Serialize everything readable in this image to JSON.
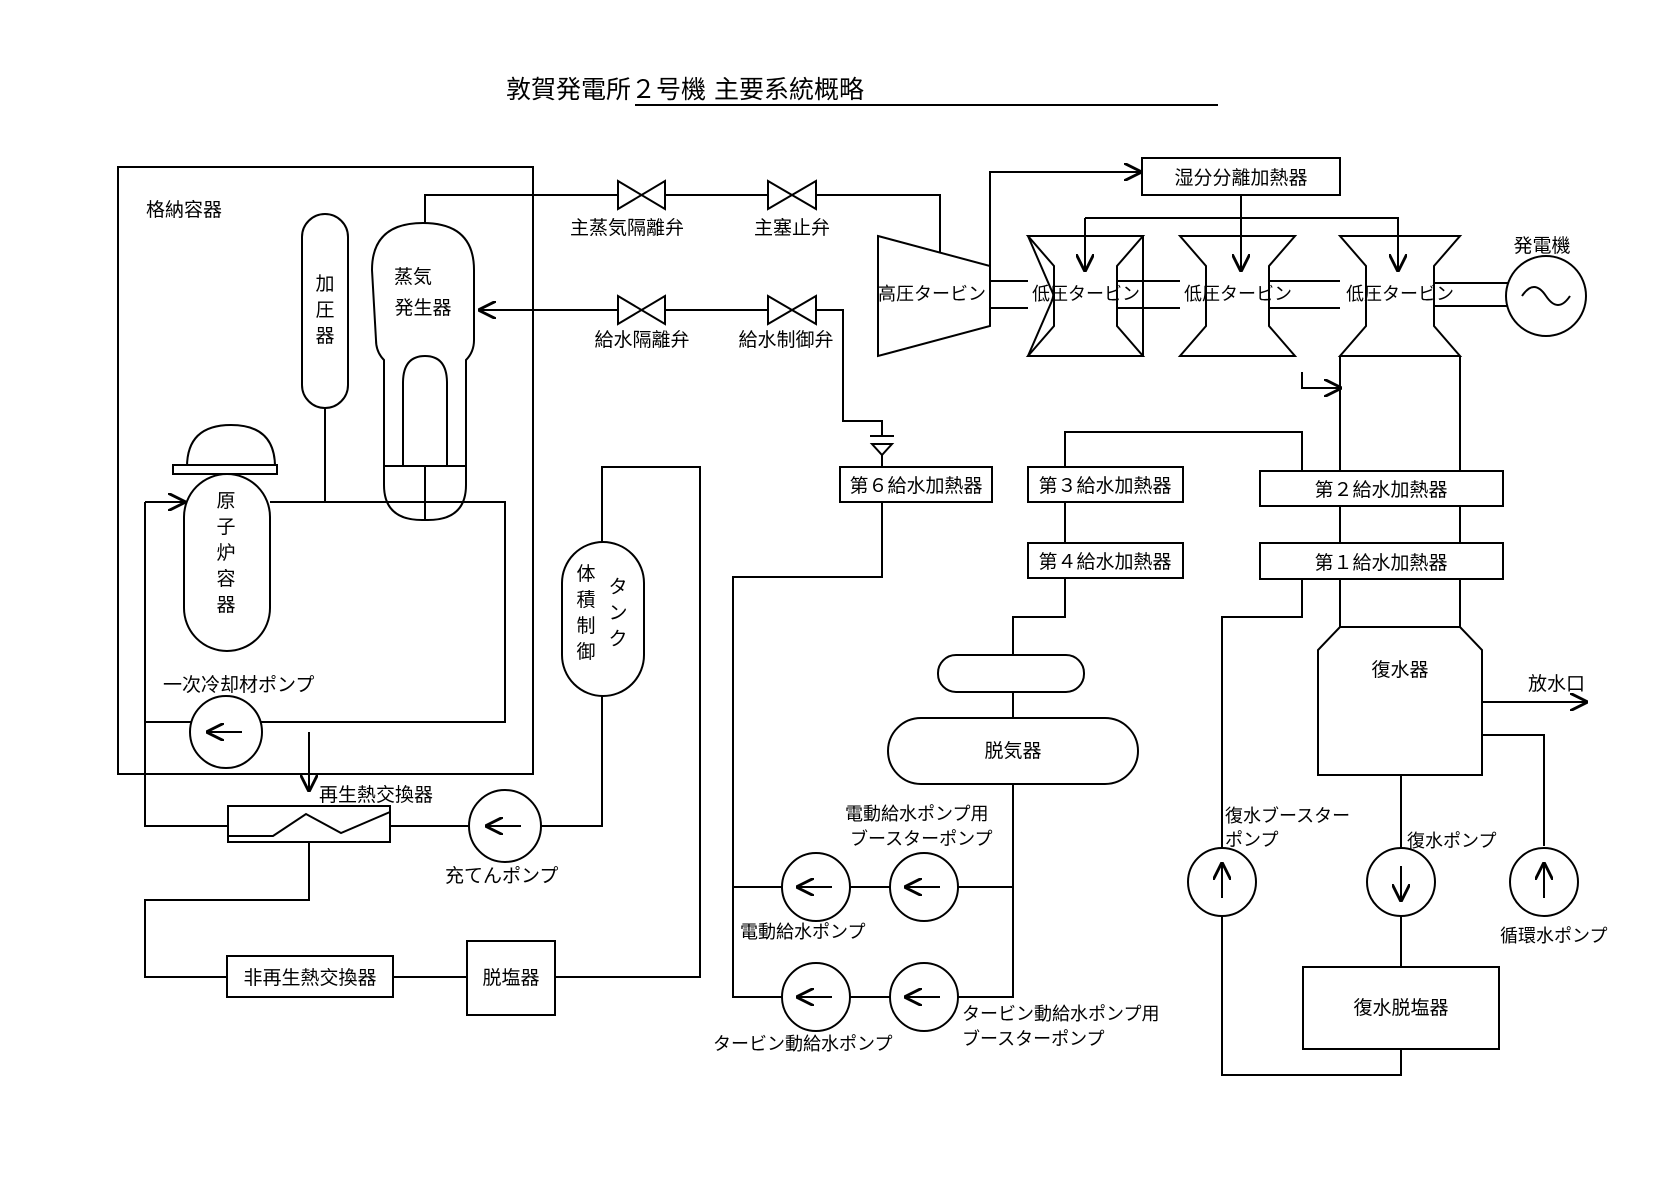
{
  "title": "敦賀発電所２号機 主要系統概略",
  "labels": {
    "containment": "格納容器",
    "pressurizer": [
      "加",
      "圧",
      "器"
    ],
    "steam_generator": [
      "蒸気",
      "発生器"
    ],
    "reactor_vessel": [
      "原",
      "子",
      "炉",
      "容",
      "器"
    ],
    "primary_pump": "一次冷却材ポンプ",
    "regen_hx": "再生熱交換器",
    "charging_pump": "充てんポンプ",
    "vct": [
      "体",
      "積",
      "制",
      "御",
      "タ",
      "ン",
      "ク"
    ],
    "nonregen_hx": "非再生熱交換器",
    "demineralizer": "脱塩器",
    "main_steam_isolation_valve": "主蒸気隔離弁",
    "main_stop_valve": "主塞止弁",
    "feedwater_isolation_valve": "給水隔離弁",
    "feedwater_control_valve": "給水制御弁",
    "moisture_separator": "湿分分離加熱器",
    "hp_turbine": "高圧タービン",
    "lp_turbine_1": "低圧タービン",
    "lp_turbine_2": "低圧タービン",
    "lp_turbine_3": "低圧タービン",
    "generator": "発電機",
    "fw_heater_6": "第６給水加熱器",
    "fw_heater_3": "第３給水加熱器",
    "fw_heater_4": "第４給水加熱器",
    "fw_heater_2": "第２給水加熱器",
    "fw_heater_1": "第１給水加熱器",
    "deaerator": "脱気器",
    "condenser": "復水器",
    "outfall": "放水口",
    "motor_booster_pump": [
      "電動給水ポンプ用",
      "ブースターポンプ"
    ],
    "motor_feed_pump": "電動給水ポンプ",
    "turbine_booster_pump": [
      "タービン動給水ポンプ用",
      "ブースターポンプ"
    ],
    "turbine_feed_pump": "タービン動給水ポンプ",
    "condensate_booster_pump": [
      "復水ブースター",
      "ポンプ"
    ],
    "condensate_pump": "復水ポンプ",
    "circulating_pump": "循環水ポンプ",
    "condensate_demineralizer": "復水脱塩器"
  }
}
